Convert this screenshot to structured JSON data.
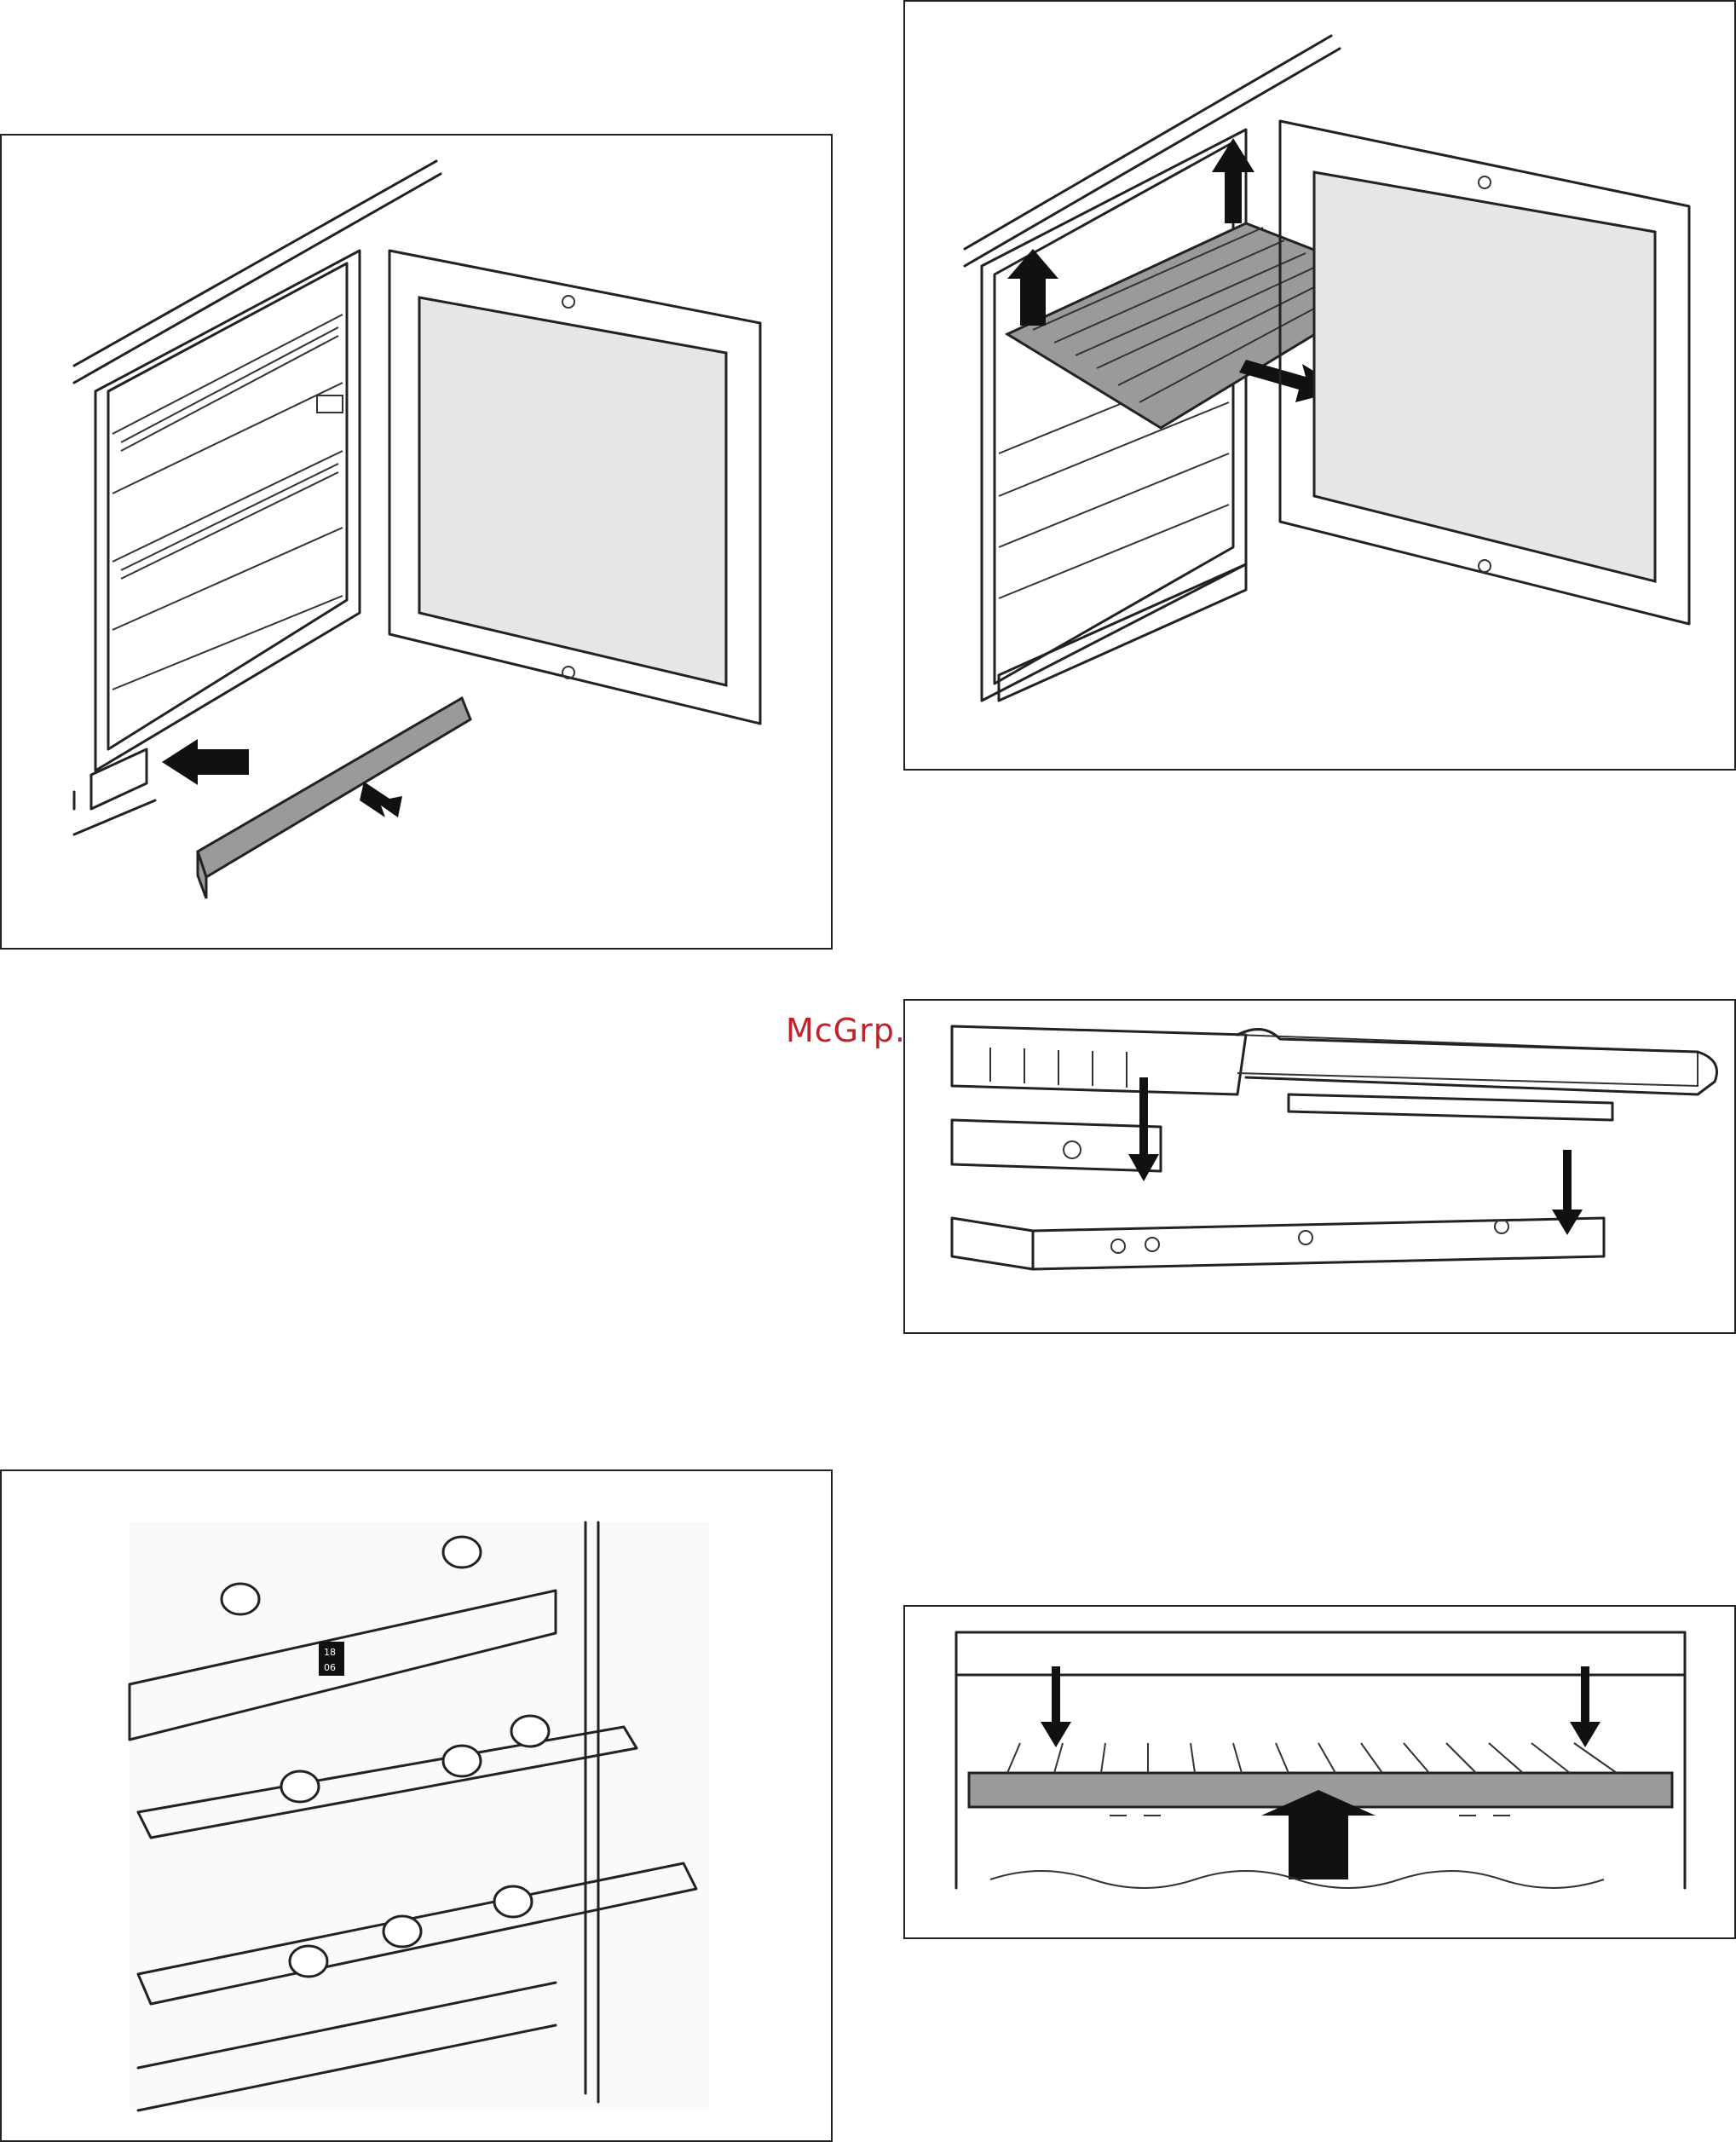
{
  "watermark": {
    "text": "McGrp.Ru"
  },
  "figures": [
    {
      "id": "fig-remove-plinth",
      "icon": "wine-cooler-open-plinth-removal-illustration"
    },
    {
      "id": "fig-pull-out-shelf",
      "icon": "shelf-pull-out-lift-illustration"
    },
    {
      "id": "fig-telescopic-rail",
      "icon": "telescopic-rail-attachment-illustration"
    },
    {
      "id": "fig-bottle-storage",
      "icon": "wine-bottles-on-shelves-illustration"
    },
    {
      "id": "fig-insert-shelf",
      "icon": "shelf-insert-press-down-illustration"
    }
  ],
  "display": {
    "line1": "18",
    "line2": "06"
  },
  "colors": {
    "watermark": "#c4222a",
    "glass": "#e6e6e6",
    "shelf_grey": "#9a9a9a",
    "border": "#222222"
  }
}
